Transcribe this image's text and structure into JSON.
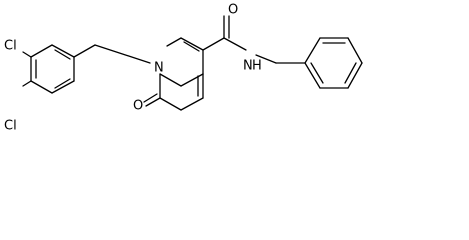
{
  "molecule": {
    "atoms": {
      "cl_top": "Cl",
      "cl_bottom": "Cl",
      "n_ring": "N",
      "o_carbonyl_ring": "O",
      "o_amide": "O",
      "n_amide": "N",
      "h_amide": "H"
    }
  }
}
